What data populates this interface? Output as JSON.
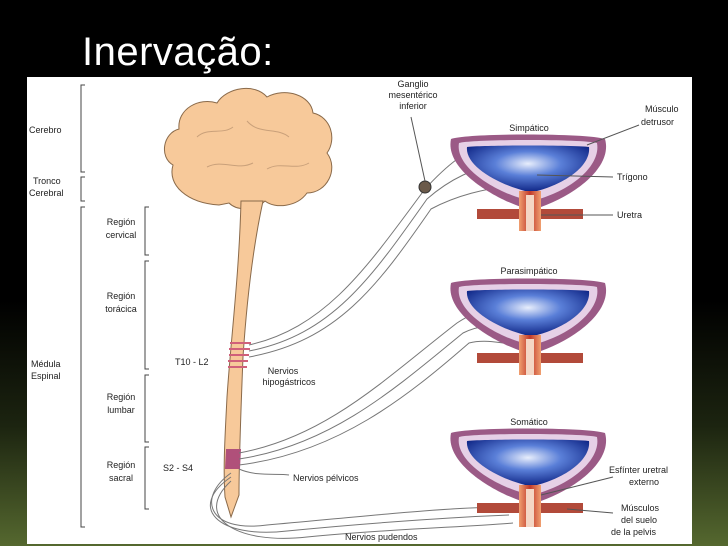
{
  "title": "Inervação:",
  "left_labels": {
    "cerebro": "Cerebro",
    "tronco": [
      "Tronco",
      "Cerebral"
    ],
    "medula": [
      "Médula",
      "Espinal"
    ],
    "cervical": [
      "Región",
      "cervical"
    ],
    "toracica": [
      "Región",
      "torácica"
    ],
    "lumbar": [
      "Región",
      "lumbar"
    ],
    "sacral": [
      "Región",
      "sacral"
    ]
  },
  "levels": {
    "t10_l2": "T10 - L2",
    "s2_s4": "S2 - S4"
  },
  "nerves": {
    "ganglio": [
      "Ganglio",
      "mesentérico",
      "inferior"
    ],
    "hipogastricos": [
      "Nervios",
      "hipogástricos"
    ],
    "pelvicos": "Nervios pélvicos",
    "pudendos": "Nervios pudendos"
  },
  "bladders": {
    "simpatico": "Simpático",
    "parasimpatico": "Parasimpático",
    "somatico": "Somático"
  },
  "right_labels": {
    "detrusor": [
      "Músculo",
      "detrusor"
    ],
    "trigono": "Trígono",
    "uretra": "Uretra",
    "esfinter": [
      "Esfínter uretral",
      "externo"
    ],
    "musculos": [
      "Músculos",
      "del suelo",
      "de la pelvis"
    ]
  },
  "colors": {
    "spine": "#f7c99a",
    "bladder_wall": "#9b5a86",
    "bladder_inner": "#1f3b9e",
    "urethra": "#c0392b"
  }
}
